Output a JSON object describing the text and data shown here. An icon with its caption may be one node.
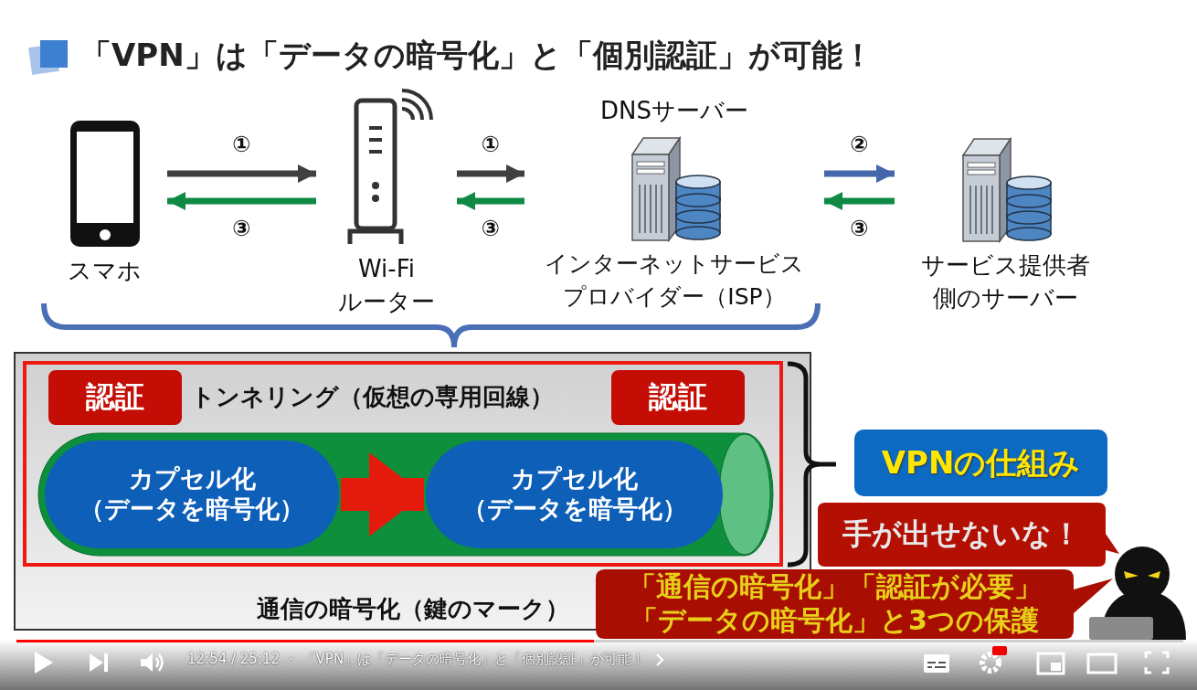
{
  "diagram": {
    "title": "「VPN」は「データの暗号化」と「個別認証」が可能！",
    "nodes": [
      {
        "text": [
          "スマホ"
        ]
      },
      {
        "text": [
          "Wi-Fi ルーター"
        ]
      },
      {
        "text": [
          "DNSサーバー",
          "インターネットサービスプロバイダー（ISP）"
        ]
      },
      {
        "text": [
          "サービス提供者側のサーバー"
        ]
      },
      {
        "text": [
          "通信の暗号化（鍵のマーク）"
        ]
      },
      {
        "text": [
          "トンネリング（仮想の専用回線）"
        ],
        "in": 4
      },
      {
        "text": [
          "認証"
        ],
        "in": 5
      },
      {
        "text": [
          "認証"
        ],
        "in": 5
      },
      {
        "text": [],
        "shape": "cylinder",
        "in": 5
      },
      {
        "text": [
          "カプセル化（データを暗号化）"
        ],
        "in": 8
      },
      {
        "text": [
          "カプセル化（データを暗号化）"
        ],
        "in": 8
      },
      {
        "text": [
          "VPNの仕組み"
        ]
      },
      {
        "text": [
          "手が出せないな！"
        ]
      },
      {
        "text": [
          "「通信の暗号化」「認証が必要」「データの暗号化」と3つの保護"
        ]
      }
    ],
    "edges": [
      {
        "from": 0,
        "to": 1,
        "arrow": "to",
        "label": "①"
      },
      {
        "from": 1,
        "to": 0,
        "arrow": "to",
        "label": "③",
        "color": "#0f8a45"
      },
      {
        "from": 1,
        "to": 2,
        "arrow": "to",
        "label": "①"
      },
      {
        "from": 2,
        "to": 1,
        "arrow": "to",
        "label": "③",
        "color": "#0f8a45"
      },
      {
        "from": 2,
        "to": 3,
        "arrow": "to",
        "label": "②",
        "color": "#4466aa"
      },
      {
        "from": 3,
        "to": 2,
        "arrow": "to",
        "label": "③",
        "color": "#0f8a45"
      },
      {
        "from": 9,
        "to": 10,
        "arrow": "to",
        "style": "thick",
        "color": "#e41b0c"
      }
    ],
    "labels": [
      "12:54 / 25:12 ・ 「VPN」は「データの暗号化」と「個別認証」が可能！"
    ]
  }
}
